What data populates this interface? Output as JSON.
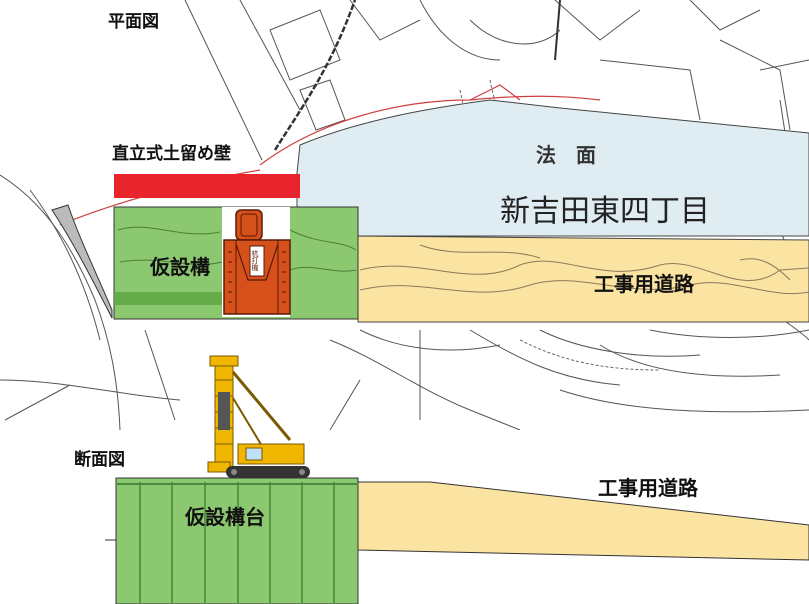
{
  "plan": {
    "title": "平面図",
    "retaining_wall_label": "直立式土留め壁",
    "slope_label": "法　面",
    "district_label": "新吉田東四丁目",
    "temp_structure_label": "仮設構",
    "work_road_label": "工事用道路",
    "machine_plate": "杭打機"
  },
  "section": {
    "title": "断面図",
    "temp_structure_label": "仮設構台",
    "work_road_label": "工事用道路"
  },
  "colors": {
    "retaining_wall": "#e8242c",
    "slope_fill": "#dfedf3",
    "temp_structure": "#8cc870",
    "work_road": "#fbe3a2",
    "pile_driver": "#f1b700",
    "machine_body": "#d5501b"
  },
  "icons": [
    "pile-driver-plan-icon",
    "pile-driver-side-icon"
  ]
}
